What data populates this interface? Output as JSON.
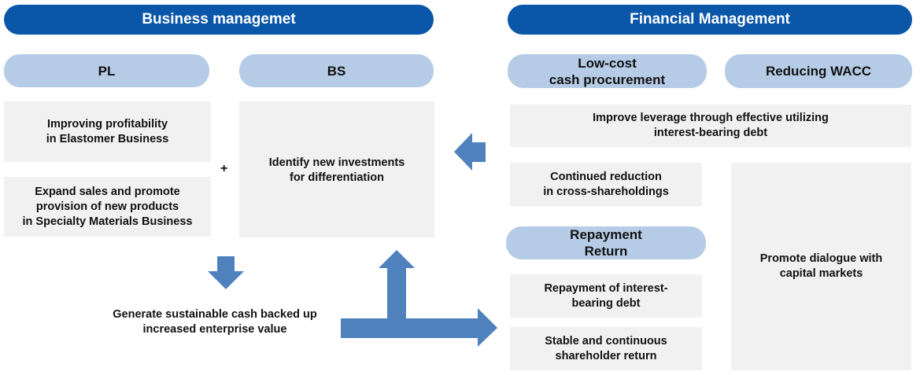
{
  "business": {
    "header": "Business managemet",
    "pl_label": "PL",
    "bs_label": "BS",
    "pl_item1": "Improving profitability\nin Elastomer Business",
    "pl_item2": "Expand sales and promote\nprovision of new products\nin Specialty Materials Business",
    "plus": "+",
    "bs_item": "Identify new investments\nfor differentiation",
    "outcome": "Generate sustainable cash backed up\nincreased enterprise value"
  },
  "financial": {
    "header": "Financial Management",
    "pill_lowcost": "Low-cost\ncash procurement",
    "pill_wacc": "Reducing WACC",
    "leverage": "Improve leverage through effective utilizing\ninterest-bearing debt",
    "cross": "Continued reduction\nin cross-shareholdings",
    "pill_repay": "Repayment\nReturn",
    "repay_debt": "Repayment of interest-\nbearing debt",
    "stable_return": "Stable and continuous\nshareholder return",
    "dialogue": "Promote dialogue with\ncapital markets"
  },
  "colors": {
    "header_bg": "#0a56a8",
    "pill_bg": "#b6cce6",
    "box_bg": "#f1f1f1",
    "arrow": "#4f81bd"
  }
}
